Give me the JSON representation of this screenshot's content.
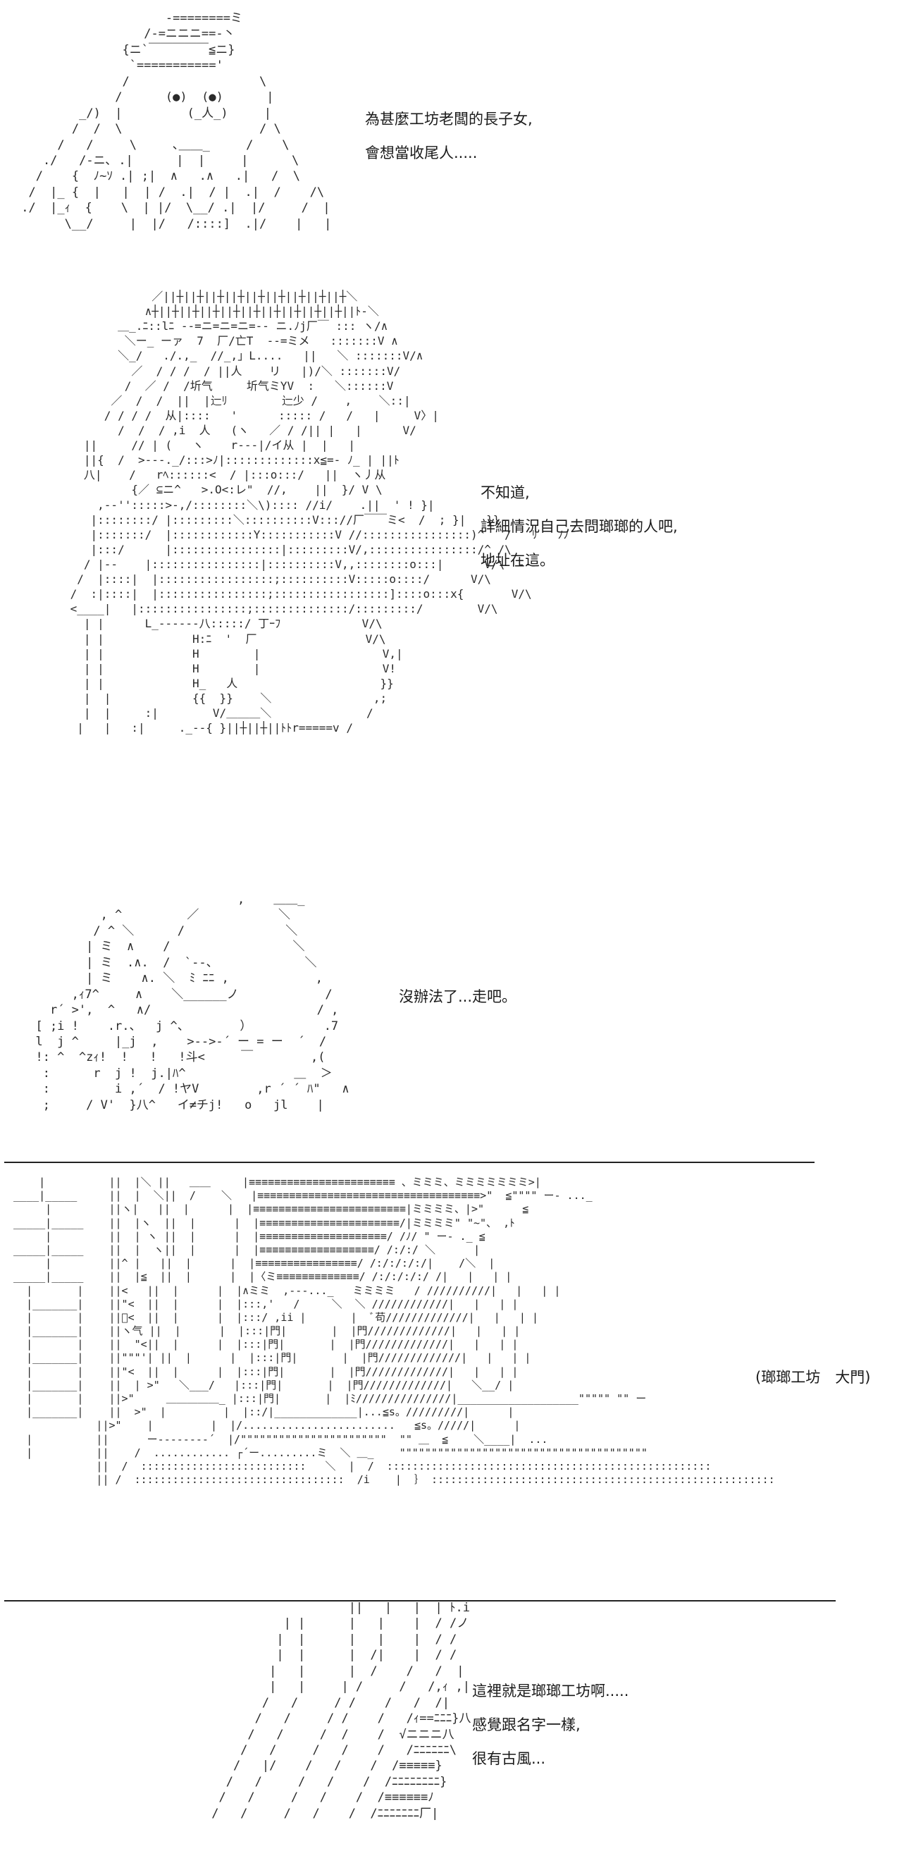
{
  "panels": [
    {
      "speech": [
        "為甚麼工坊老闆的長子女,",
        "會想當收尾人....."
      ]
    },
    {
      "speech": [
        "不知道,",
        "詳細情況自己去問瑯瑯的人吧,",
        "地址在這。"
      ]
    },
    {
      "speech": [
        "沒辦法了...走吧。"
      ]
    },
    {
      "caption": "(瑯瑯工坊　大門)"
    },
    {
      "speech": [
        "這裡就是瑯瑯工坊啊.....",
        "感覺跟名字一樣,",
        "很有古風..."
      ]
    }
  ]
}
